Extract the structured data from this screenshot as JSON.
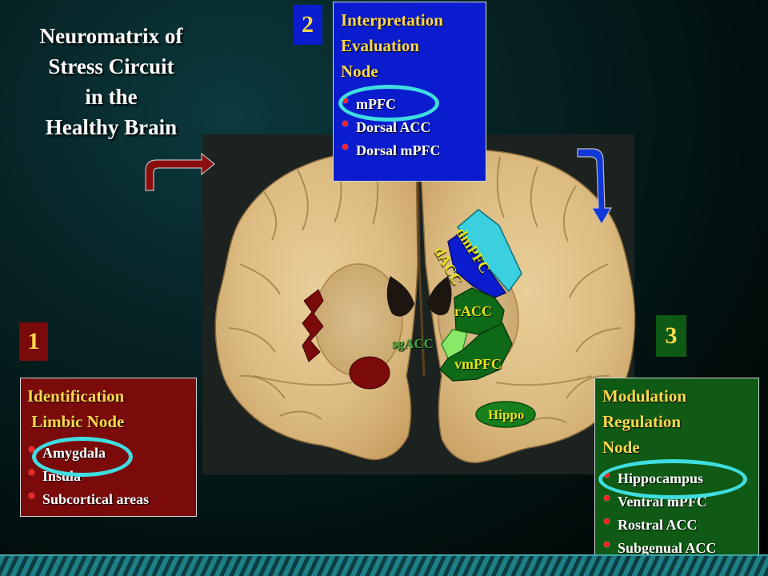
{
  "title": {
    "lines": [
      "Neuromatrix of",
      "Stress Circuit",
      "in the",
      "Healthy Brain"
    ]
  },
  "nodes": [
    {
      "number": "1",
      "title_lines": [
        "Identification",
        " Limbic Node"
      ],
      "items": [
        "Amygdala",
        "Insula",
        "Subcortical areas"
      ],
      "highlighted_item": "Amygdala",
      "color": "#7b0a0a"
    },
    {
      "number": "2",
      "title_lines": [
        "Interpretation",
        "Evaluation",
        "Node"
      ],
      "items": [
        "mPFC",
        "Dorsal ACC",
        "Dorsal mPFC"
      ],
      "highlighted_item": "mPFC",
      "color": "#0a1ccd"
    },
    {
      "number": "3",
      "title_lines": [
        "Modulation",
        "Regulation",
        "Node"
      ],
      "items": [
        "Hippocampus",
        "Ventral mPFC",
        "Rostral ACC",
        "Subgenual ACC"
      ],
      "highlighted_item": "Hippocampus",
      "color": "#0f5a14"
    }
  ],
  "brain_regions": {
    "dmpfc": "dmPFC",
    "dacc": "dACC",
    "racc": "rACC",
    "sgacc": "sgACC",
    "vmpfc": "vmPFC",
    "hippo": "Hippo"
  },
  "colors": {
    "title_text": "#ffffff",
    "node_title_text": "#ffd84a",
    "region_label": "#e8e21a",
    "highlight_ellipse": "#3fdde0",
    "bullet": "#ff2020",
    "arrow_in": "#8b0e0e",
    "arrow_out": "#1038d8",
    "amygdala_marker": "#7b0a0a",
    "hippo_marker": "#17801c"
  },
  "icons": {
    "arrow_in": "bent-arrow-right-icon",
    "arrow_out": "bent-arrow-down-icon",
    "bullet": "red-dot-bullet-icon"
  }
}
